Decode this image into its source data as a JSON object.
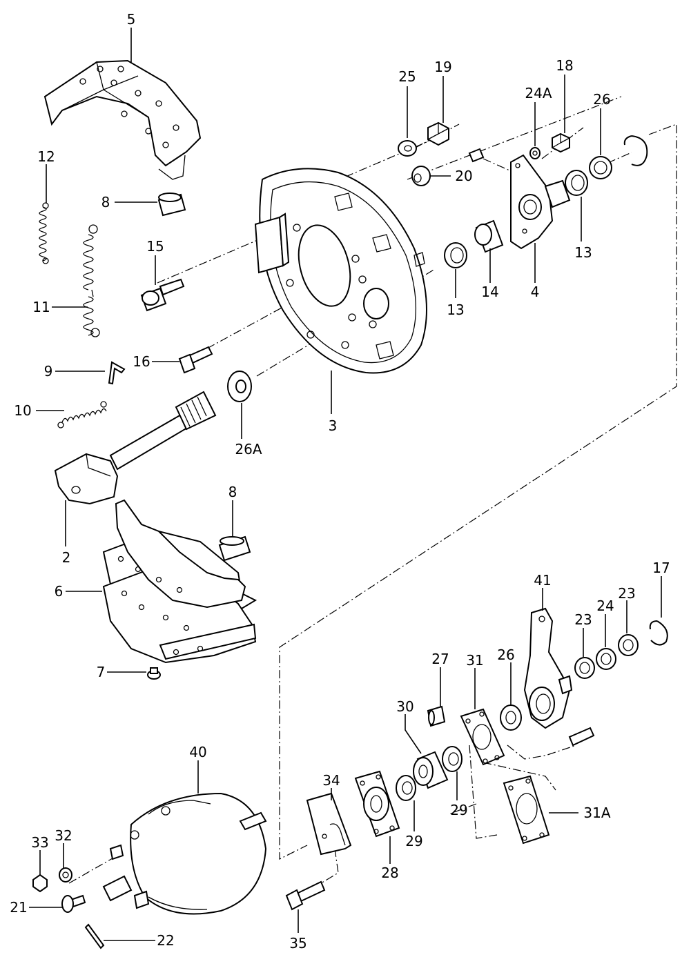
{
  "diagram": {
    "labels": {
      "l5": "5",
      "l12": "12",
      "l8a": "8",
      "l15": "15",
      "l11": "11",
      "l16": "16",
      "l9": "9",
      "l10": "10",
      "l26a": "26A",
      "l3": "3",
      "l2": "2",
      "l8b": "8",
      "l6": "6",
      "l7": "7",
      "l25": "25",
      "l19": "19",
      "l20": "20",
      "l24a": "24A",
      "l18": "18",
      "l26": "26",
      "l13a": "13",
      "l13b": "13",
      "l14": "14",
      "l4": "4",
      "l41": "41",
      "l17": "17",
      "l23a": "23",
      "l24": "24",
      "l23b": "23",
      "l26b": "26",
      "l27": "27",
      "l31": "31",
      "l30": "30",
      "l29a": "29",
      "l29b": "29",
      "l31a": "31A",
      "l34": "34",
      "l28": "28",
      "l40": "40",
      "l33": "33",
      "l32": "32",
      "l21": "21",
      "l22": "22",
      "l35": "35"
    }
  }
}
